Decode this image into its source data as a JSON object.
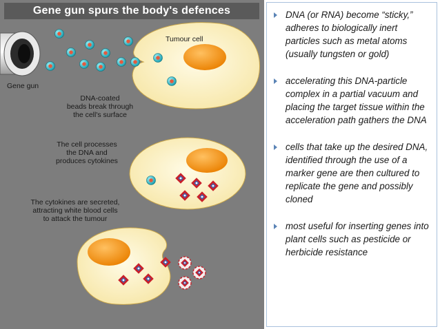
{
  "figure": {
    "title": "Gene gun spurs the body's defences",
    "labels": {
      "gene_gun": "Gene gun",
      "tumour_cell": "Tumour cell",
      "step1": [
        "DNA-coated",
        "beads break through",
        "the cell's surface"
      ],
      "step2": [
        "The cell processes",
        "the DNA and",
        "produces cytokines"
      ],
      "step3": [
        "The cytokines are secreted,",
        "attracting white blood cells",
        "to attack the tumour"
      ]
    },
    "colors": {
      "background": "#7d7d7d",
      "cell": "#fdf3c6",
      "nucleus": "#f59a1a",
      "bead": "#3ab8c4",
      "bead_core": "#e35a3e",
      "cytokine": "#c8202a",
      "cytokine_core": "#4a5fa8"
    }
  },
  "notes": {
    "bullets": [
      "DNA (or RNA) become “sticky,” adheres to biologically inert particles such as metal atoms (usually tungsten or gold)",
      "accelerating this DNA-particle complex in a partial vacuum and placing the target tissue within the acceleration path gathers the DNA",
      "cells that take up the desired DNA, identified through the use of a marker gene are then cultured to replicate the gene and possibly cloned",
      "most useful for inserting genes into plant cells such as pesticide or herbicide resistance"
    ],
    "marker_color": "#5b84b6"
  }
}
